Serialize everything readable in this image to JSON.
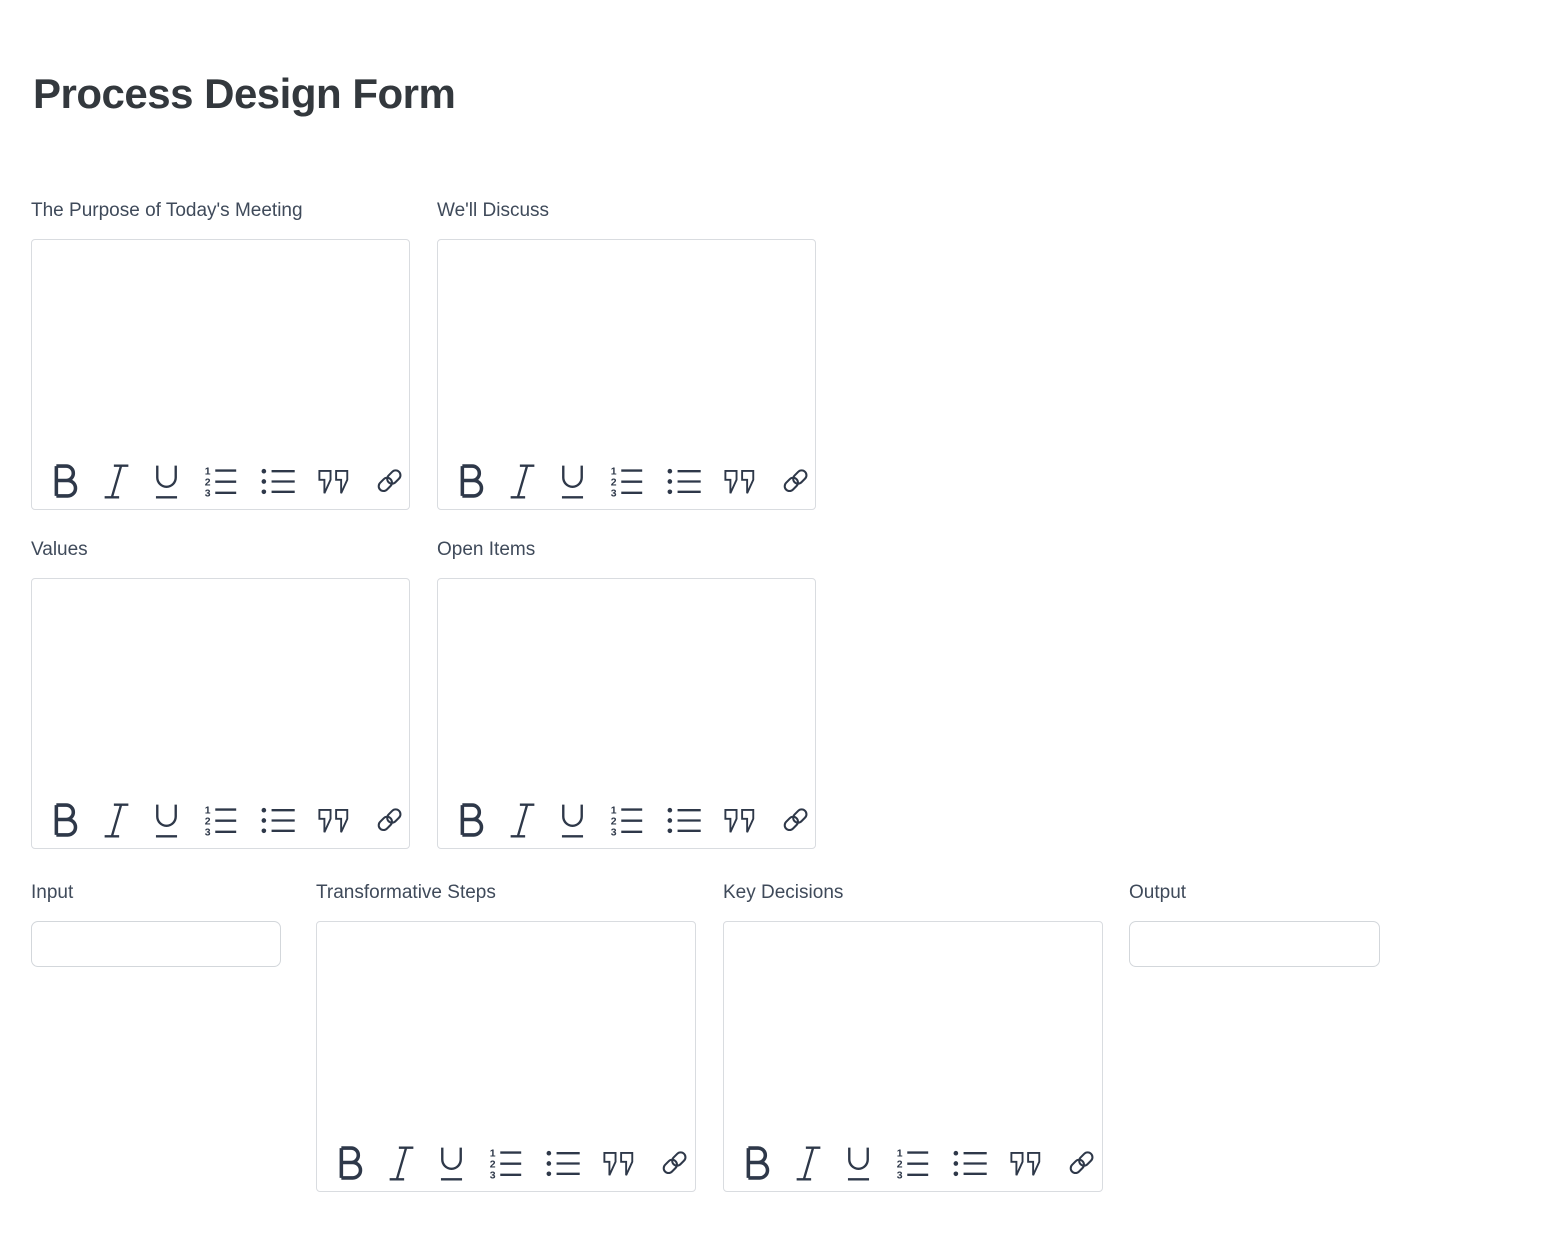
{
  "title": "Process Design Form",
  "fields": {
    "purpose": {
      "label": "The Purpose of Today's Meeting",
      "type": "richtext",
      "value": ""
    },
    "discuss": {
      "label": "We'll Discuss",
      "type": "richtext",
      "value": ""
    },
    "values": {
      "label": "Values",
      "type": "richtext",
      "value": ""
    },
    "open_items": {
      "label": "Open Items",
      "type": "richtext",
      "value": ""
    },
    "input": {
      "label": "Input",
      "type": "text",
      "value": "",
      "placeholder": ""
    },
    "transformative_steps": {
      "label": "Transformative Steps",
      "type": "richtext",
      "value": ""
    },
    "key_decisions": {
      "label": "Key Decisions",
      "type": "richtext",
      "value": ""
    },
    "output": {
      "label": "Output",
      "type": "text",
      "value": "",
      "placeholder": ""
    }
  },
  "richtext_toolbar": {
    "icons": [
      "bold-icon",
      "italic-icon",
      "underline-icon",
      "ordered-list-icon",
      "bullet-list-icon",
      "quote-icon",
      "link-icon"
    ]
  },
  "colors": {
    "background": "#ffffff",
    "title": "#33383d",
    "label": "#3f4a5a",
    "icon": "#2e3849",
    "box_border": "#d9dce0",
    "input_border": "#d3d7db"
  }
}
